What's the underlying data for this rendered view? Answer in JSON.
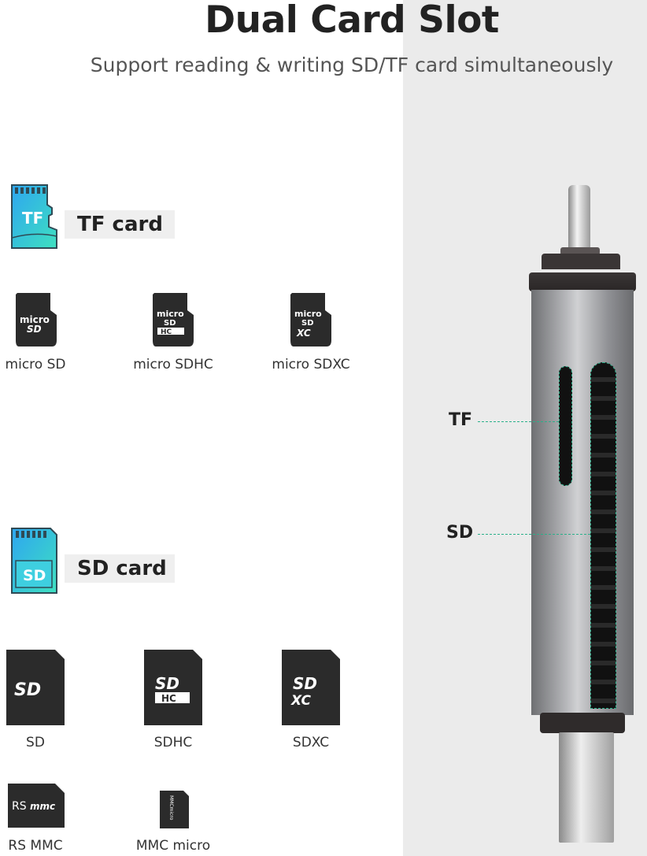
{
  "header": {
    "title": "Dual Card Slot",
    "subtitle": "Support reading & writing SD/TF card simultaneously"
  },
  "tf_section": {
    "icon": "tf-card-icon",
    "icon_text": "TF",
    "label": "TF card",
    "cards": [
      {
        "label": "micro SD",
        "logo": "micro SD"
      },
      {
        "label": "micro SDHC",
        "logo": "micro SD HC"
      },
      {
        "label": "micro SDXC",
        "logo": "micro SD XC"
      }
    ]
  },
  "sd_section": {
    "icon": "sd-card-icon",
    "icon_text": "SD",
    "label": "SD card",
    "cards": [
      {
        "label": "SD",
        "logo": "SD"
      },
      {
        "label": "SDHC",
        "logo": "SD HC"
      },
      {
        "label": "SDXC",
        "logo": "SD XC"
      },
      {
        "label": "RS MMC",
        "logo": "RSmmc"
      },
      {
        "label": "MMC micro",
        "logo": "MMCmicro"
      }
    ]
  },
  "device": {
    "slot_labels": {
      "tf": "TF",
      "sd": "SD"
    }
  },
  "colors": {
    "accent": "#2ab08a",
    "card_dark": "#2b2b2b",
    "icon_gradient_top": "#2ea6f0",
    "icon_gradient_bottom": "#3ee0c0",
    "panel_bg": "#ebebeb"
  }
}
